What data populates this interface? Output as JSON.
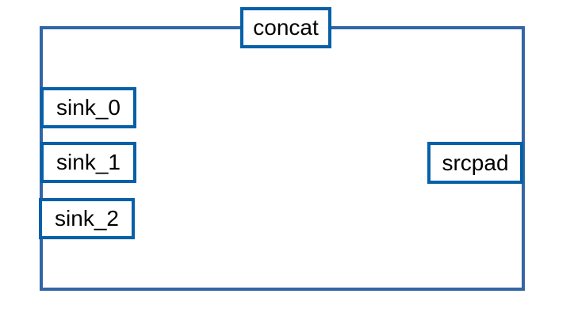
{
  "element": {
    "name": "concat",
    "border_color": "#3465a4"
  },
  "pads": {
    "border_color": "#0560a8",
    "sinks": [
      {
        "label": "sink_0"
      },
      {
        "label": "sink_1"
      },
      {
        "label": "sink_2"
      }
    ],
    "src": {
      "label": "srcpad"
    }
  }
}
